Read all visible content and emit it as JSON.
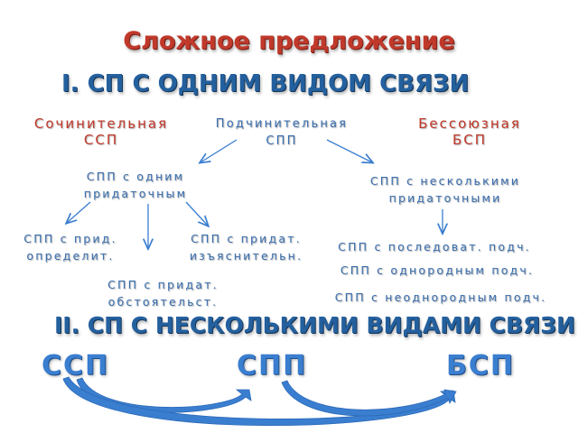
{
  "title": "Сложное предложение",
  "section1": "I. СП С ОДНИМ ВИДОМ СВЯЗИ",
  "section2": "II. СП С НЕСКОЛЬКИМИ ВИДАМИ СВЯЗИ",
  "types": {
    "ssp": {
      "line1": "Сочинительная",
      "line2": "ССП"
    },
    "spp": {
      "line1": "Подчинительная",
      "line2": "СПП"
    },
    "bsp": {
      "line1": "Бессоюзная",
      "line2": "БСП"
    }
  },
  "spp_one": {
    "line1": "СПП с одним",
    "line2": "придаточным"
  },
  "spp_many": {
    "line1": "СПП с несколькими",
    "line2": "придаточными"
  },
  "one_types": {
    "opred": {
      "line1": "СПП с прид.",
      "line2": "определит."
    },
    "obst": {
      "line1": "СПП с придат.",
      "line2": "обстоятельст."
    },
    "izyas": {
      "line1": "СПП с придат.",
      "line2": "изъяснительн."
    }
  },
  "many_types": [
    "СПП с последоват. подч.",
    "СПП с однородным подч.",
    "СПП с неоднородным подч."
  ],
  "bottom": {
    "ssp": "ССП",
    "spp": "СПП",
    "bsp": "БСП"
  },
  "colors": {
    "title": "#c0392b",
    "heading": "#24609e",
    "label": "#3a6fb0",
    "arrow": "#3a7ed0"
  }
}
